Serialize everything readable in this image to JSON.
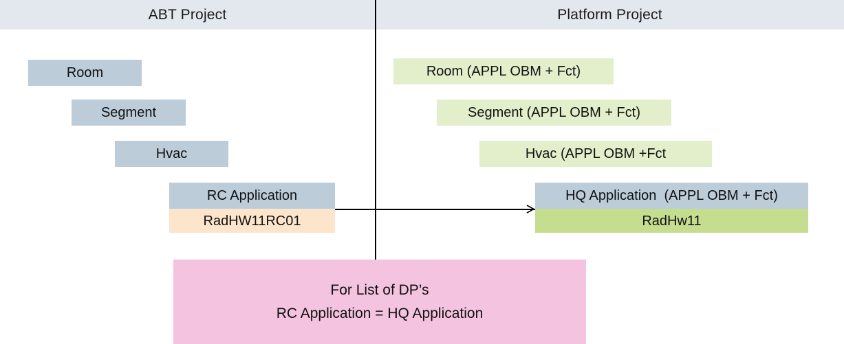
{
  "columns": {
    "left": {
      "title": "ABT Project"
    },
    "right": {
      "title": "Platform Project"
    }
  },
  "colors": {
    "header_band": "#e3e8ee",
    "blue_box": "#bcccd8",
    "green_box": "#e3eecb",
    "peach_box": "#fce5cb",
    "olive_box": "#c5dd8f",
    "pink_note": "#f3c3e0",
    "line": "#000000",
    "text": "#111111"
  },
  "left_nodes": [
    {
      "label": "Room"
    },
    {
      "label": "Segment"
    },
    {
      "label": "Hvac"
    },
    {
      "label": "RC Application"
    },
    {
      "label": "RadHW11RC01"
    }
  ],
  "right_nodes": [
    {
      "label": "Room (APPL OBM + Fct)"
    },
    {
      "label": "Segment (APPL OBM + Fct)"
    },
    {
      "label": "Hvac (APPL OBM +Fct"
    },
    {
      "label": "HQ Application  (APPL OBM + Fct)"
    },
    {
      "label": "RadHw11"
    }
  ],
  "note": {
    "line1": "For List of DP’s",
    "line2": "RC Application = HQ Application"
  }
}
